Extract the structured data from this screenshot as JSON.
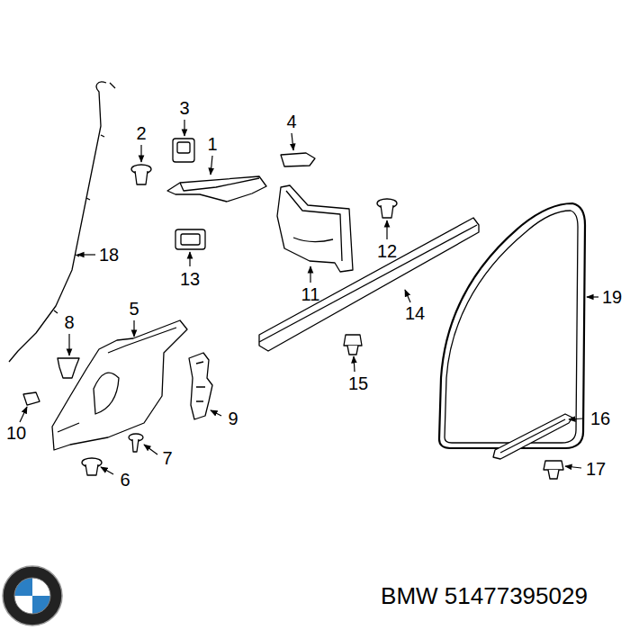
{
  "diagram": {
    "labels": [
      "1",
      "2",
      "3",
      "4",
      "5",
      "6",
      "7",
      "8",
      "9",
      "10",
      "11",
      "12",
      "13",
      "14",
      "15",
      "16",
      "17",
      "18",
      "19",
      "BMW 51477395029"
    ]
  }
}
